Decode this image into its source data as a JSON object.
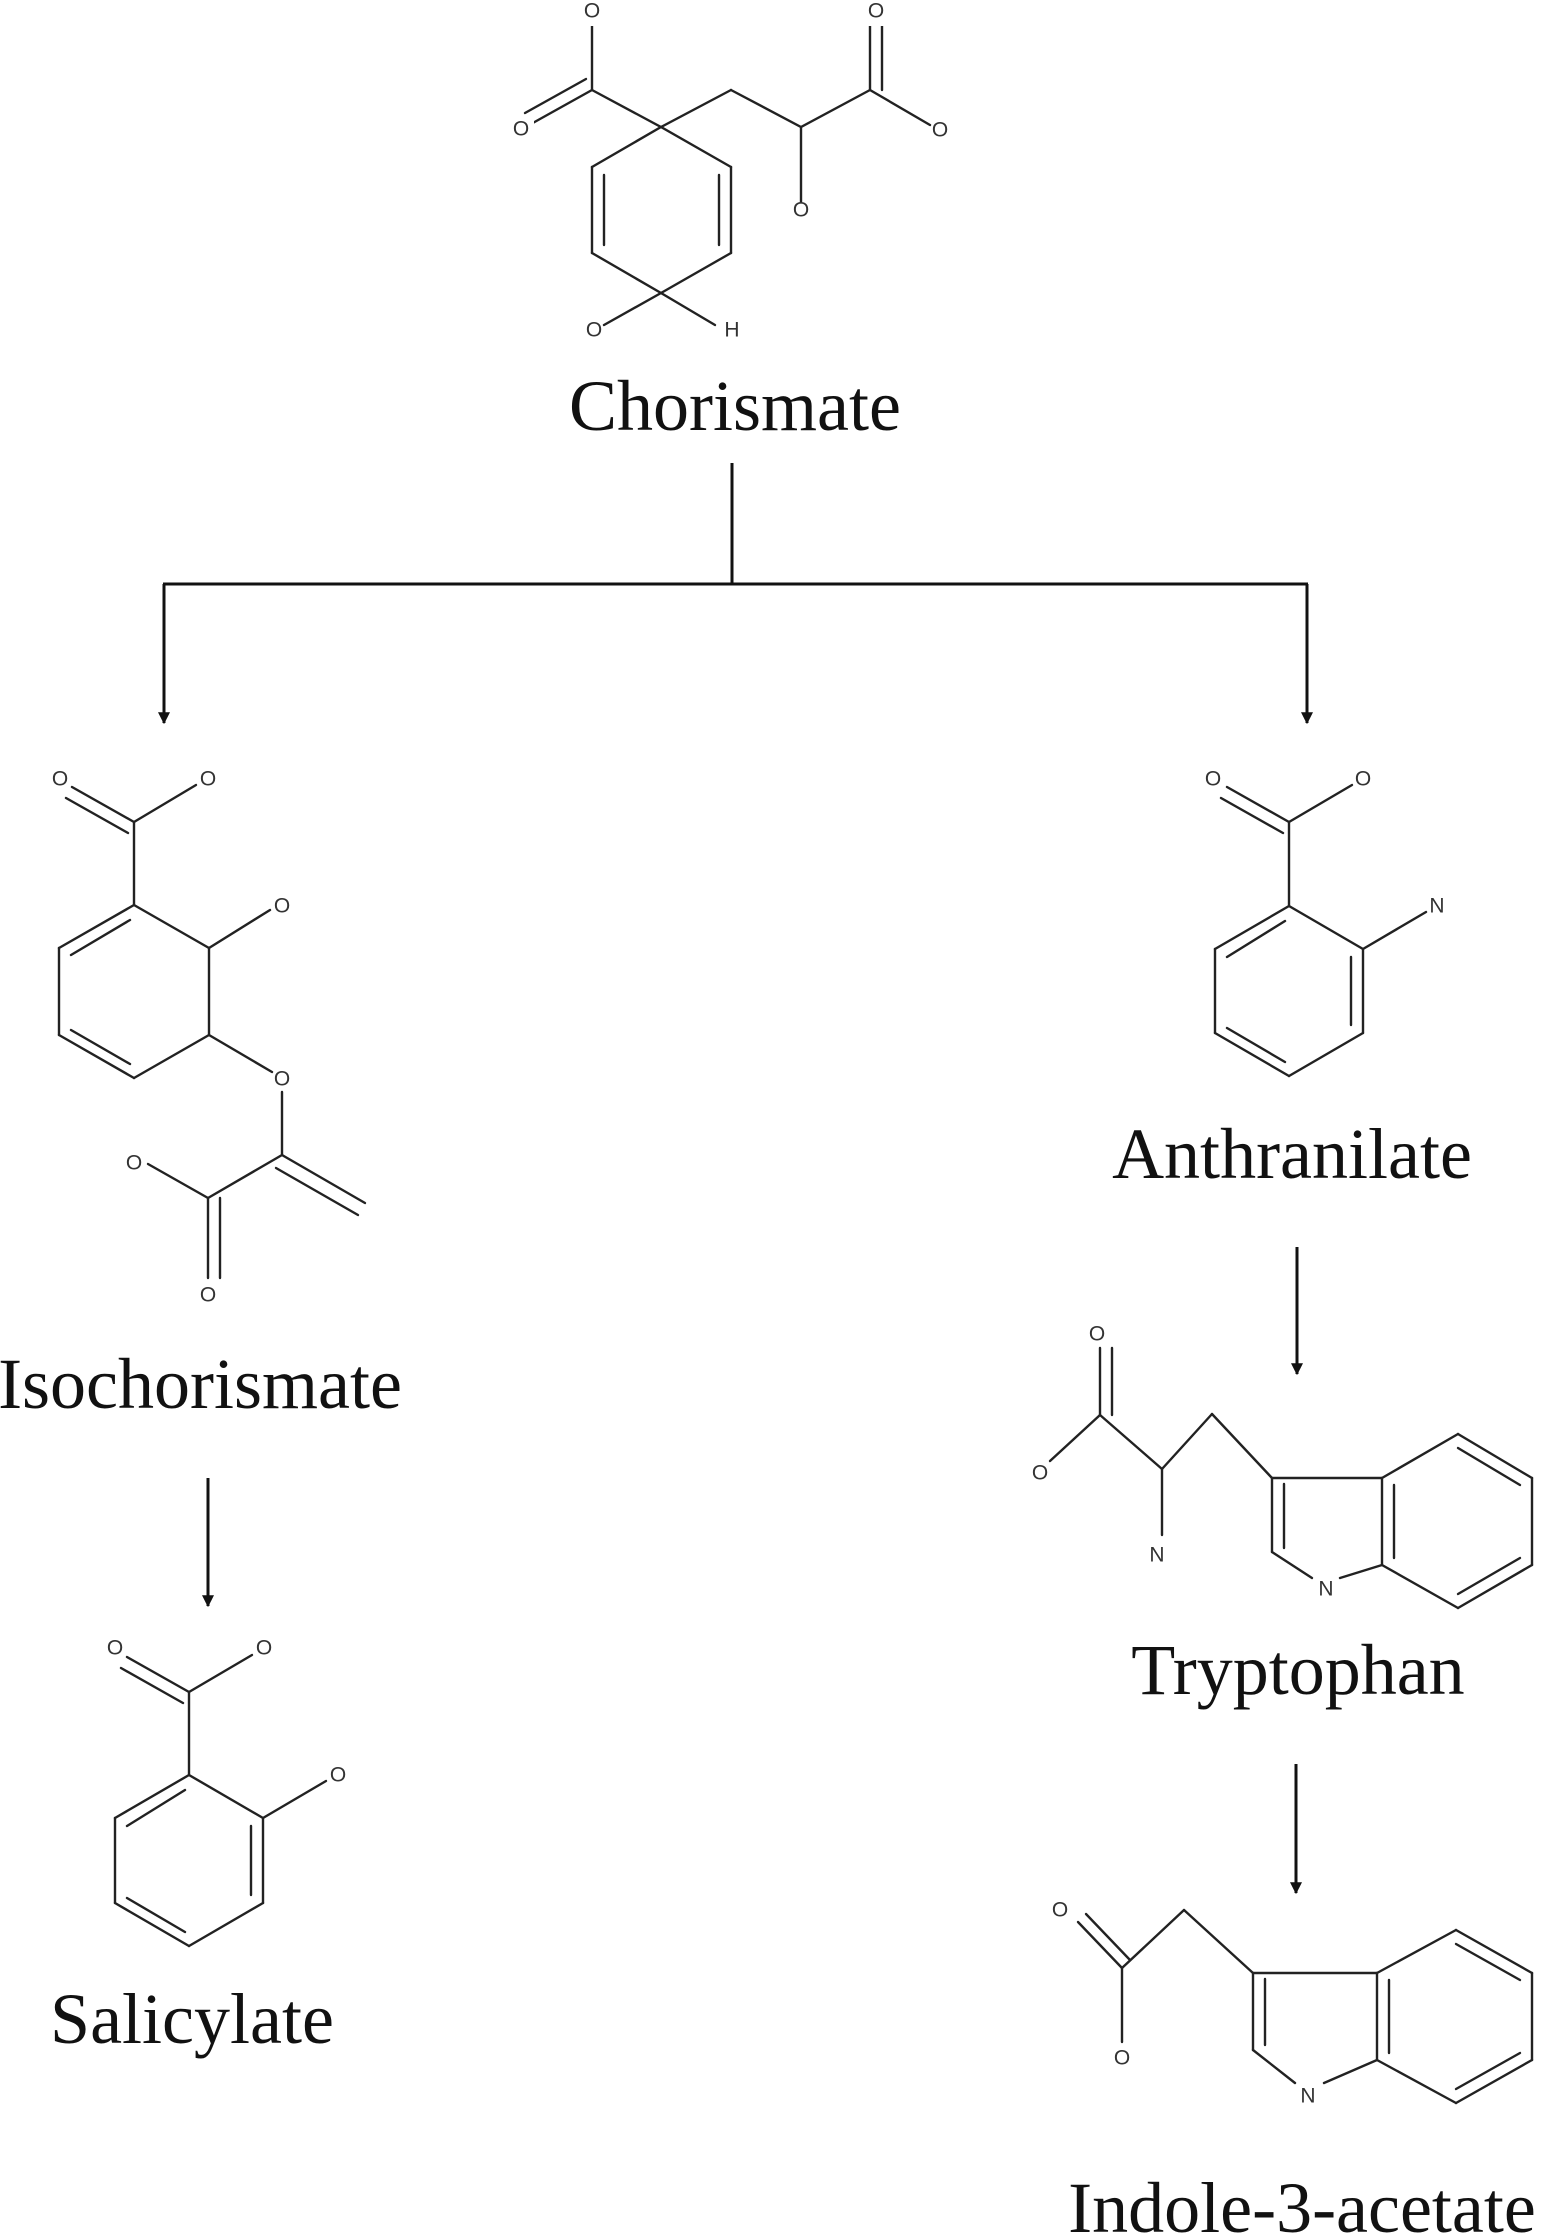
{
  "compounds": {
    "chorismate": "Chorismate",
    "isochorismate": "Isochorismate",
    "salicylate": "Salicylate",
    "anthranilate": "Anthranilate",
    "tryptophan": "Tryptophan",
    "indole3acetate": "Indole-3-acetate"
  },
  "atoms": {
    "oxygen": "O",
    "nitrogen": "N",
    "hydrogen": "H"
  },
  "pathway": [
    {
      "from": "chorismate",
      "to": "isochorismate"
    },
    {
      "from": "chorismate",
      "to": "anthranilate"
    },
    {
      "from": "isochorismate",
      "to": "salicylate"
    },
    {
      "from": "anthranilate",
      "to": "tryptophan"
    },
    {
      "from": "tryptophan",
      "to": "indole3acetate"
    }
  ]
}
